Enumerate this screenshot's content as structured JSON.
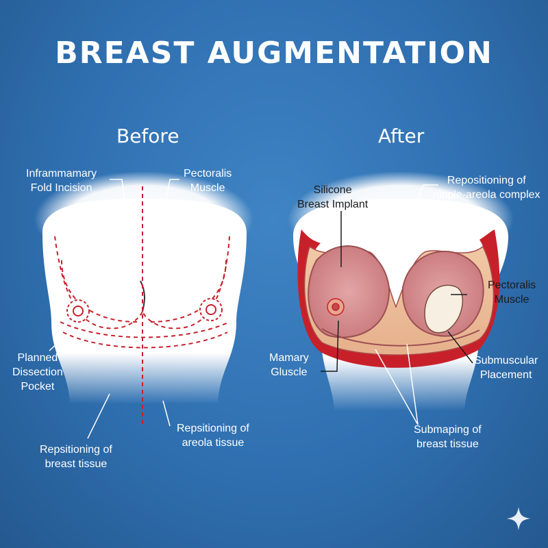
{
  "title": "BREAST AUGMENTATION",
  "before": {
    "heading": "Before",
    "labels": {
      "inframammary": "Inframmamary\nFold Incision",
      "pectoralis": "Pectoralis\nMuscle",
      "planned_pocket": "Planned\nDissection\nPocket",
      "repositioning_areola": "Repsitioning of\nareola tissue",
      "repositioning_breast": "Repsitioning of\nbreast tissue"
    }
  },
  "after": {
    "heading": "After",
    "labels": {
      "silicone_implant": "Silicone\nBreast Implant",
      "nipple_areola": "Repositioning of\nnipple-areola complex",
      "pectoralis": "Pectoralis\nMuscle",
      "mammary_gland": "Mamary\nGluscle",
      "submuscular": "Submuscular\nPlacement",
      "submaping": "Submaping of\nbreast tissue"
    }
  },
  "colors": {
    "background": "#2f6fb0",
    "incision_line": "#c8202a",
    "tissue": "#d98a8a",
    "implant_fill": "#f3d6b4"
  },
  "icons": [
    "sparkle-icon"
  ]
}
